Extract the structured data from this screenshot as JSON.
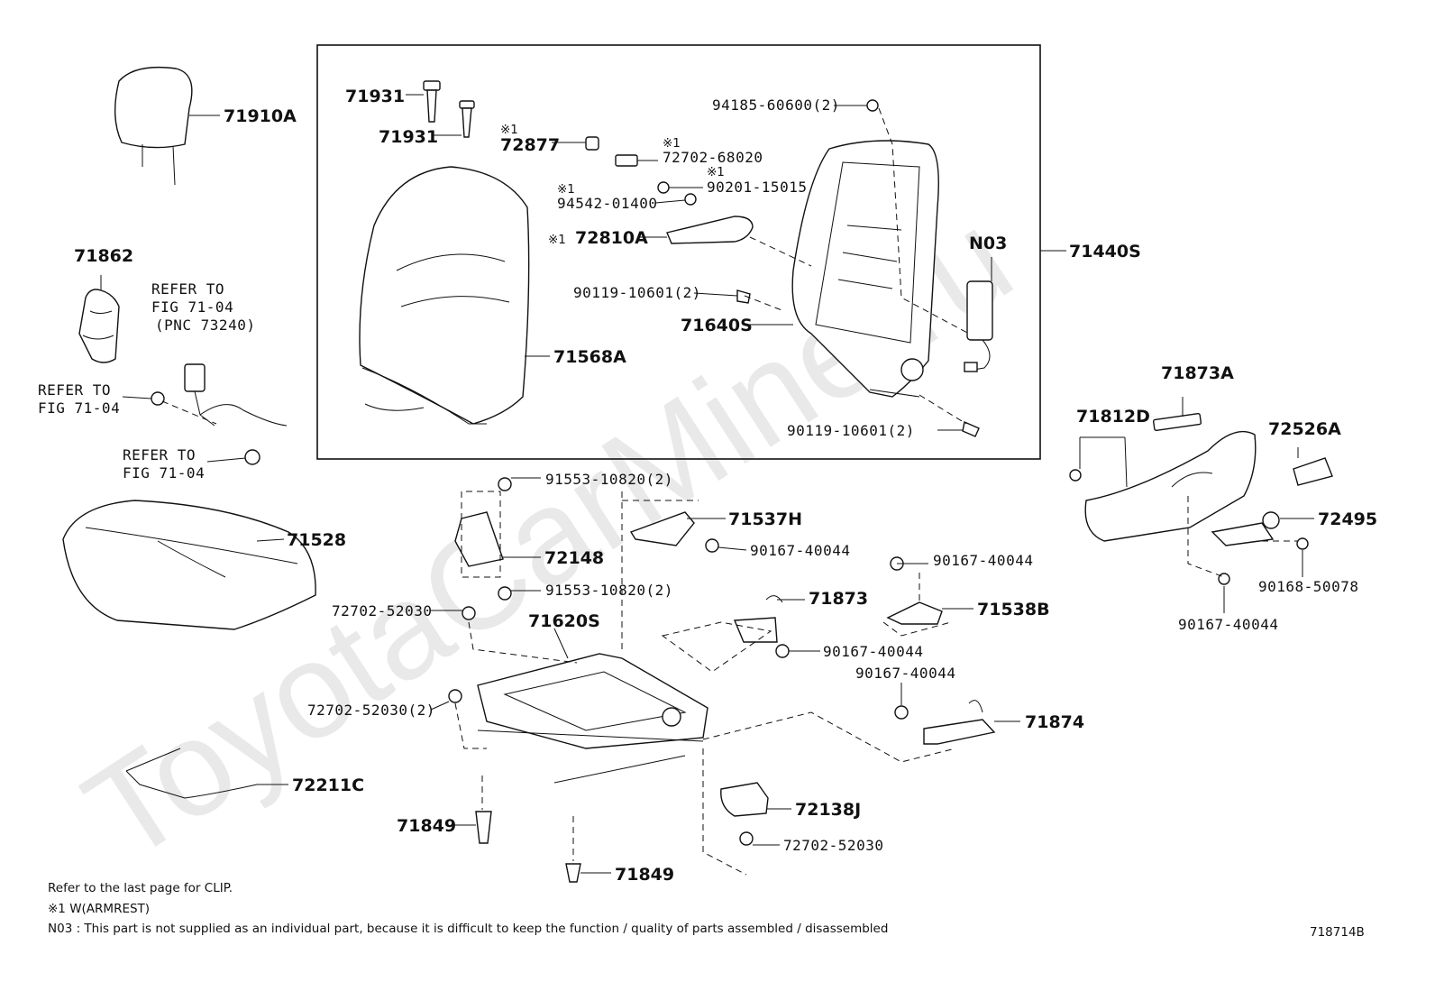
{
  "watermark": "ToyotaCarMine.ru",
  "diagram_code": "718714B",
  "marker_symbol": "※1",
  "parts": {
    "p71910A": "71910A",
    "p71931_a": "71931",
    "p71931_b": "71931",
    "p72877": "72877",
    "p72702_68020": "72702-68020",
    "p90201_15015": "90201-15015",
    "p94542_01400": "94542-01400",
    "p72810A": "72810A",
    "p94185_60600": "94185-60600(2)",
    "pN03": "N03",
    "p71440S": "71440S",
    "p90119_10601_a": "90119-10601(2)",
    "p71640S": "71640S",
    "p71568A": "71568A",
    "p90119_10601_b": "90119-10601(2)",
    "p71862": "71862",
    "p71873A": "71873A",
    "p71812D": "71812D",
    "p72526A": "72526A",
    "p72495": "72495",
    "p90168_50078": "90168-50078",
    "p90167_40044_r": "90167-40044",
    "p71528": "71528",
    "p91553_10820_a": "91553-10820(2)",
    "p72148": "72148",
    "p71537H": "71537H",
    "p90167_40044_a": "90167-40044",
    "p90167_40044_b": "90167-40044",
    "p71538B": "71538B",
    "p91553_10820_b": "91553-10820(2)",
    "p71873": "71873",
    "p72702_52030_a": "72702-52030",
    "p71620S": "71620S",
    "p90167_40044_c": "90167-40044",
    "p90167_40044_d": "90167-40044",
    "p72702_52030_b": "72702-52030(2)",
    "p71874": "71874",
    "p72211C": "72211C",
    "p72138J": "72138J",
    "p71849_a": "71849",
    "p72702_52030_c": "72702-52030",
    "p71849_b": "71849"
  },
  "refer": {
    "r1_line1": "REFER TO",
    "r1_line2": "FIG 71-04",
    "r1_line3": "(PNC 73240)",
    "r2_line1": "REFER TO",
    "r2_line2": "FIG 71-04",
    "r3_line1": "REFER TO",
    "r3_line2": "FIG 71-04"
  },
  "notes": {
    "clip": "Refer to the last page for CLIP.",
    "armrest": "※1 W(ARMREST)",
    "n03": "N03 : This part is not supplied as an individual part, because it is difficult to keep the function / quality of parts assembled / disassembled"
  }
}
